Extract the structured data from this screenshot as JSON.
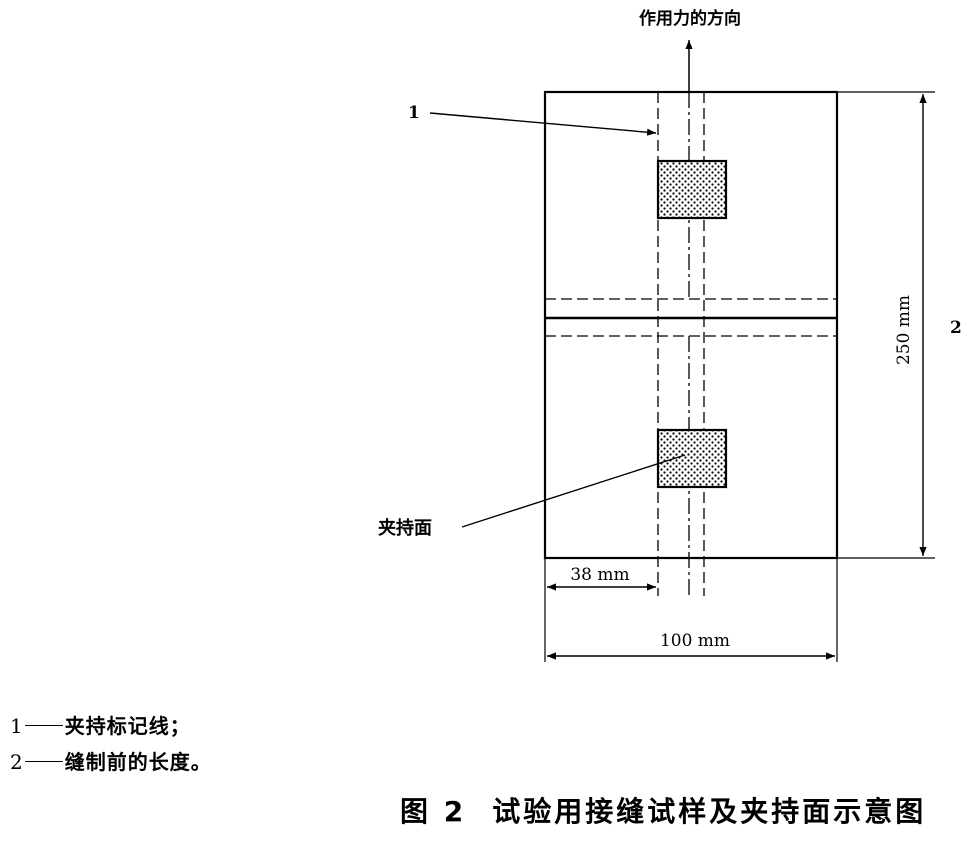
{
  "figure": {
    "direction_label": "作用力的方向",
    "callout_1": "1",
    "callout_2": "2",
    "grip_face_label": "夹持面",
    "height_dim": "250 mm",
    "width_dim": "100 mm",
    "offset_dim": "38 mm"
  },
  "legend": {
    "items": [
      {
        "num": "1",
        "text": "夹持标记线；"
      },
      {
        "num": "2",
        "text": "缝制前的长度。"
      }
    ]
  },
  "caption": {
    "number": "图 2",
    "title": "试验用接缝试样及夹持面示意图"
  }
}
